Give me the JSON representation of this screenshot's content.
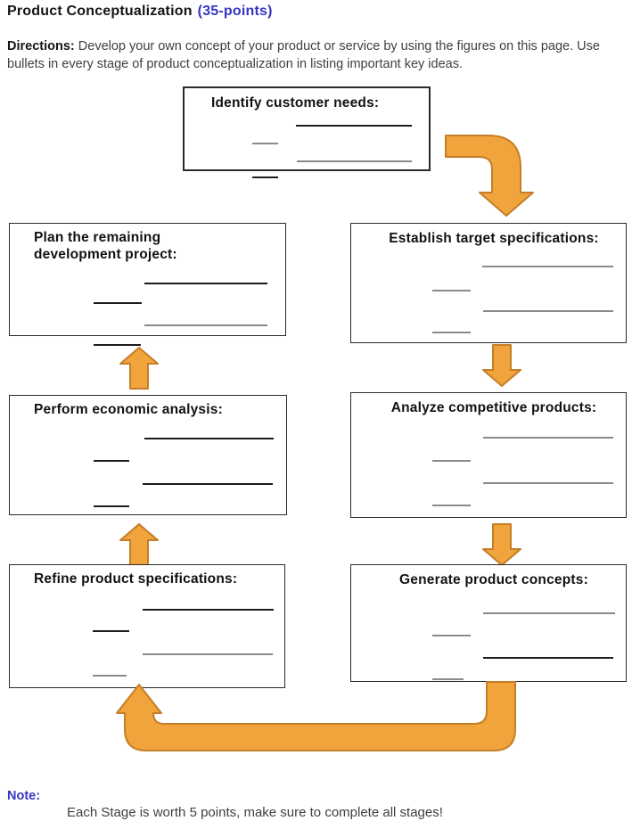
{
  "page": {
    "title": "Product Conceptualization",
    "points_label": "(35-points)",
    "directions_label": "Directions:",
    "directions_text": "Develop your own concept of your product or service by using the figures on this page. Use bullets in every stage of product conceptualization in listing important key ideas.",
    "note_label": "Note:",
    "note_text": "Each Stage is worth 5 points, make sure to complete all stages!"
  },
  "colors": {
    "accent_blue": "#3636C2",
    "arrow_fill": "#F0A43B",
    "arrow_stroke": "#C57E28"
  },
  "stages": [
    {
      "id": "identify-customer-needs",
      "title": "Identify customer needs:"
    },
    {
      "id": "establish-target-specifications",
      "title": "Establish target specifications:"
    },
    {
      "id": "analyze-competitive-products",
      "title": "Analyze competitive products:"
    },
    {
      "id": "generate-product-concepts",
      "title": "Generate product concepts:"
    },
    {
      "id": "refine-product-specifications",
      "title": "Refine product specifications:"
    },
    {
      "id": "perform-economic-analysis",
      "title": "Perform economic analysis:"
    },
    {
      "id": "plan-remaining-development-project",
      "title": "Plan the remaining development project:"
    }
  ]
}
